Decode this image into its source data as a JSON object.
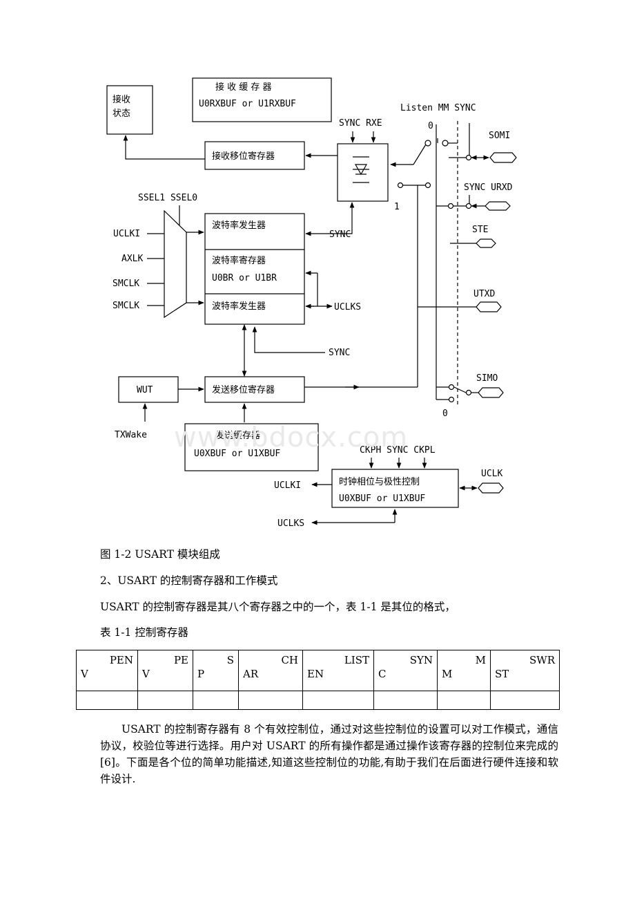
{
  "diagram": {
    "recv_status": [
      "接收",
      "状态"
    ],
    "recv_buffer": {
      "title": "接 收 缓 存 器",
      "sub": "U0RXBUF or U1RXBUF"
    },
    "recv_shift": "接收移位寄存器",
    "sync_rxe": "SYNC RXE",
    "listen_mm_sync": "Listen MM SYNC",
    "switch_0_top": "0",
    "switch_1": "1",
    "switch_0_bottom": "0",
    "pins": {
      "somi": "SOMI",
      "sync_urxd": "SYNC URXD",
      "ste": "STE",
      "utxd": "UTXD",
      "simo": "SIMO",
      "uclk": "UCLK"
    },
    "ssel": "SSEL1 SSEL0",
    "clock_inputs": [
      "UCLKI",
      "AXLK",
      "SMCLK",
      "SMCLK"
    ],
    "baud_gen_top": "波特率发生器",
    "baud_reg": {
      "title": "波特率寄存器",
      "sub": "U0BR or U1BR"
    },
    "baud_gen_bottom": "波特率发生器",
    "sync_baud": "SYNC",
    "uclks_baud": "UCLKS",
    "sync_shift": "SYNC",
    "wut": "WUT",
    "tx_shift": "发送移位寄存器",
    "txwake": "TXWake",
    "tx_buffer": {
      "title": "发送缓存器",
      "sub": "U0XBUF or U1XBUF"
    },
    "ckph_sync_ckpl": "CKPH SYNC CKPL",
    "clock_ctrl": {
      "title": "时钟相位与极性控制",
      "sub": "U0XBUF or U1XBUF"
    },
    "uclki_out": "UCLKI",
    "uclks_out": "UCLKS"
  },
  "watermark": "www.bdocx.com",
  "caption": "图 1-2 USART 模块组成",
  "section_title": "2、USART 的控制寄存器和工作模式",
  "intro": "USART 的控制寄存器是其八个寄存器之中的一个，表 1-1 是其位的格式，",
  "table_title": "表 1-1 控制寄存器",
  "table": {
    "cells": [
      {
        "top": "PEN",
        "bottom": "V"
      },
      {
        "top": "PE",
        "bottom": "V"
      },
      {
        "top": "S",
        "bottom": "P"
      },
      {
        "top": "CH",
        "bottom": "AR"
      },
      {
        "top": "LIST",
        "bottom": "EN"
      },
      {
        "top": "SYN",
        "bottom": "C"
      },
      {
        "top": "M",
        "bottom": "M"
      },
      {
        "top": "SWR",
        "bottom": "ST"
      }
    ]
  },
  "body": "USART 的控制寄存器有 8 个有效控制位，通过对这些控制位的设置可以对工作模式，通信协议，校验位等进行选择。用户对 USART 的所有操作都是通过操作该寄存器的控制位来完成的[6]。下面是各个位的简单功能描述,知道这些控制位的功能,有助于我们在后面进行硬件连接和软件设计."
}
